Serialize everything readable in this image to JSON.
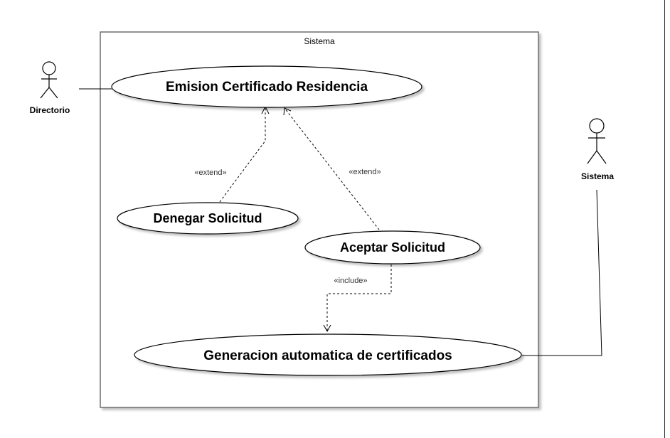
{
  "system_boundary": {
    "label": "Sistema"
  },
  "actors": {
    "directorio": {
      "label": "Directorio"
    },
    "sistema": {
      "label": "Sistema"
    }
  },
  "use_cases": {
    "emision": {
      "label": "Emision Certificado Residencia"
    },
    "denegar": {
      "label": "Denegar Solicitud"
    },
    "aceptar": {
      "label": "Aceptar Solicitud"
    },
    "generacion": {
      "label": "Generacion automatica de certificados"
    }
  },
  "relationships": {
    "extend_denegar": {
      "label": "«extend»"
    },
    "extend_aceptar": {
      "label": "«extend»"
    },
    "include_generacion": {
      "label": "«include»"
    }
  }
}
